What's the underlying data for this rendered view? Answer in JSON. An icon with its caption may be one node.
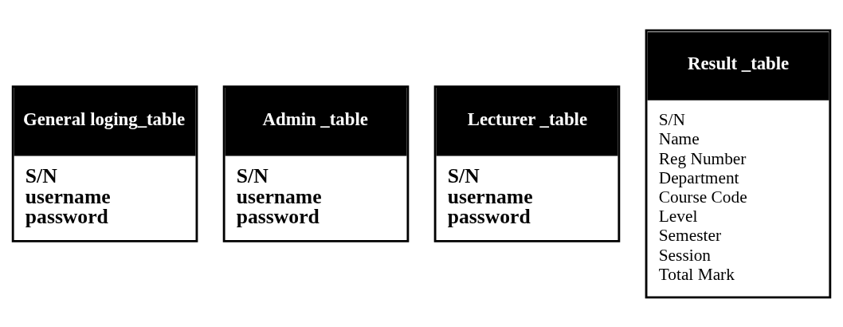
{
  "diagram": {
    "nodes": [
      {
        "text": [
          "General loging_table",
          "S/N",
          "username",
          "password"
        ]
      },
      {
        "text": [
          "Admin _table",
          "S/N",
          "username",
          "password"
        ]
      },
      {
        "text": [
          "Lecturer _table",
          "S/N",
          "username",
          "password"
        ]
      },
      {
        "text": [
          "Result _table",
          "S/N",
          "Name",
          "Reg Number",
          "Department",
          "Course Code",
          "Level",
          "Semester",
          "Session",
          "Total Mark"
        ]
      }
    ]
  }
}
